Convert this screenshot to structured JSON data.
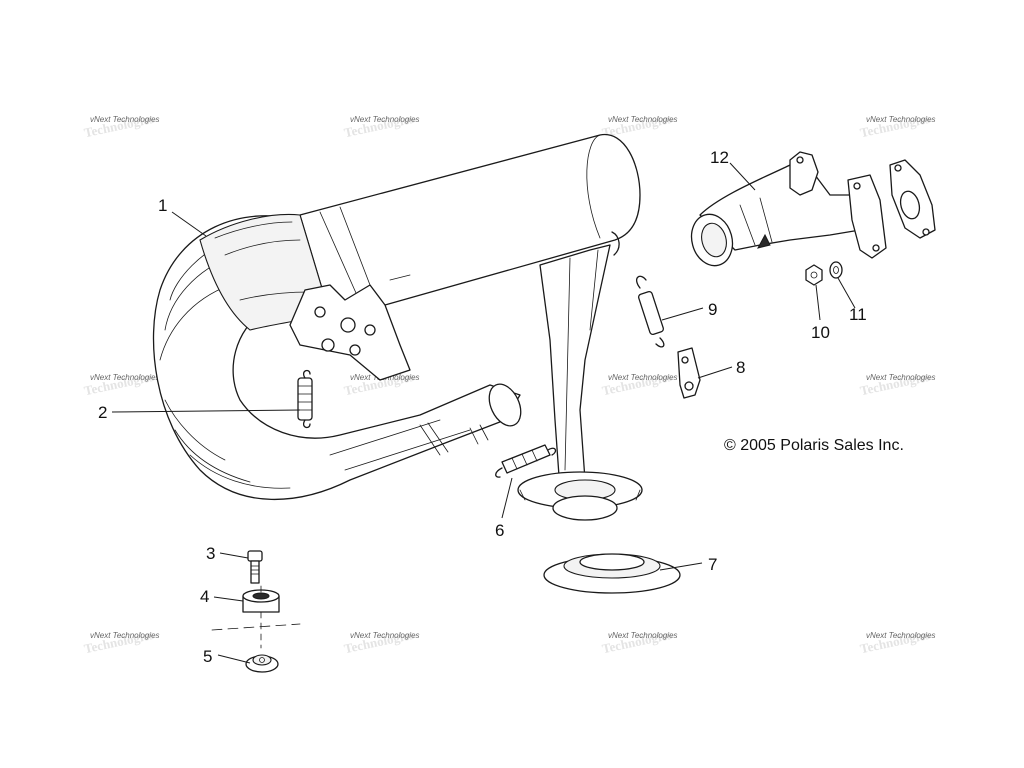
{
  "diagram": {
    "copyright": "© 2005 Polaris Sales Inc.",
    "watermark_text": "vNext Technologies",
    "callouts": [
      "1",
      "2",
      "3",
      "4",
      "5",
      "6",
      "7",
      "8",
      "9",
      "10",
      "11",
      "12"
    ]
  }
}
